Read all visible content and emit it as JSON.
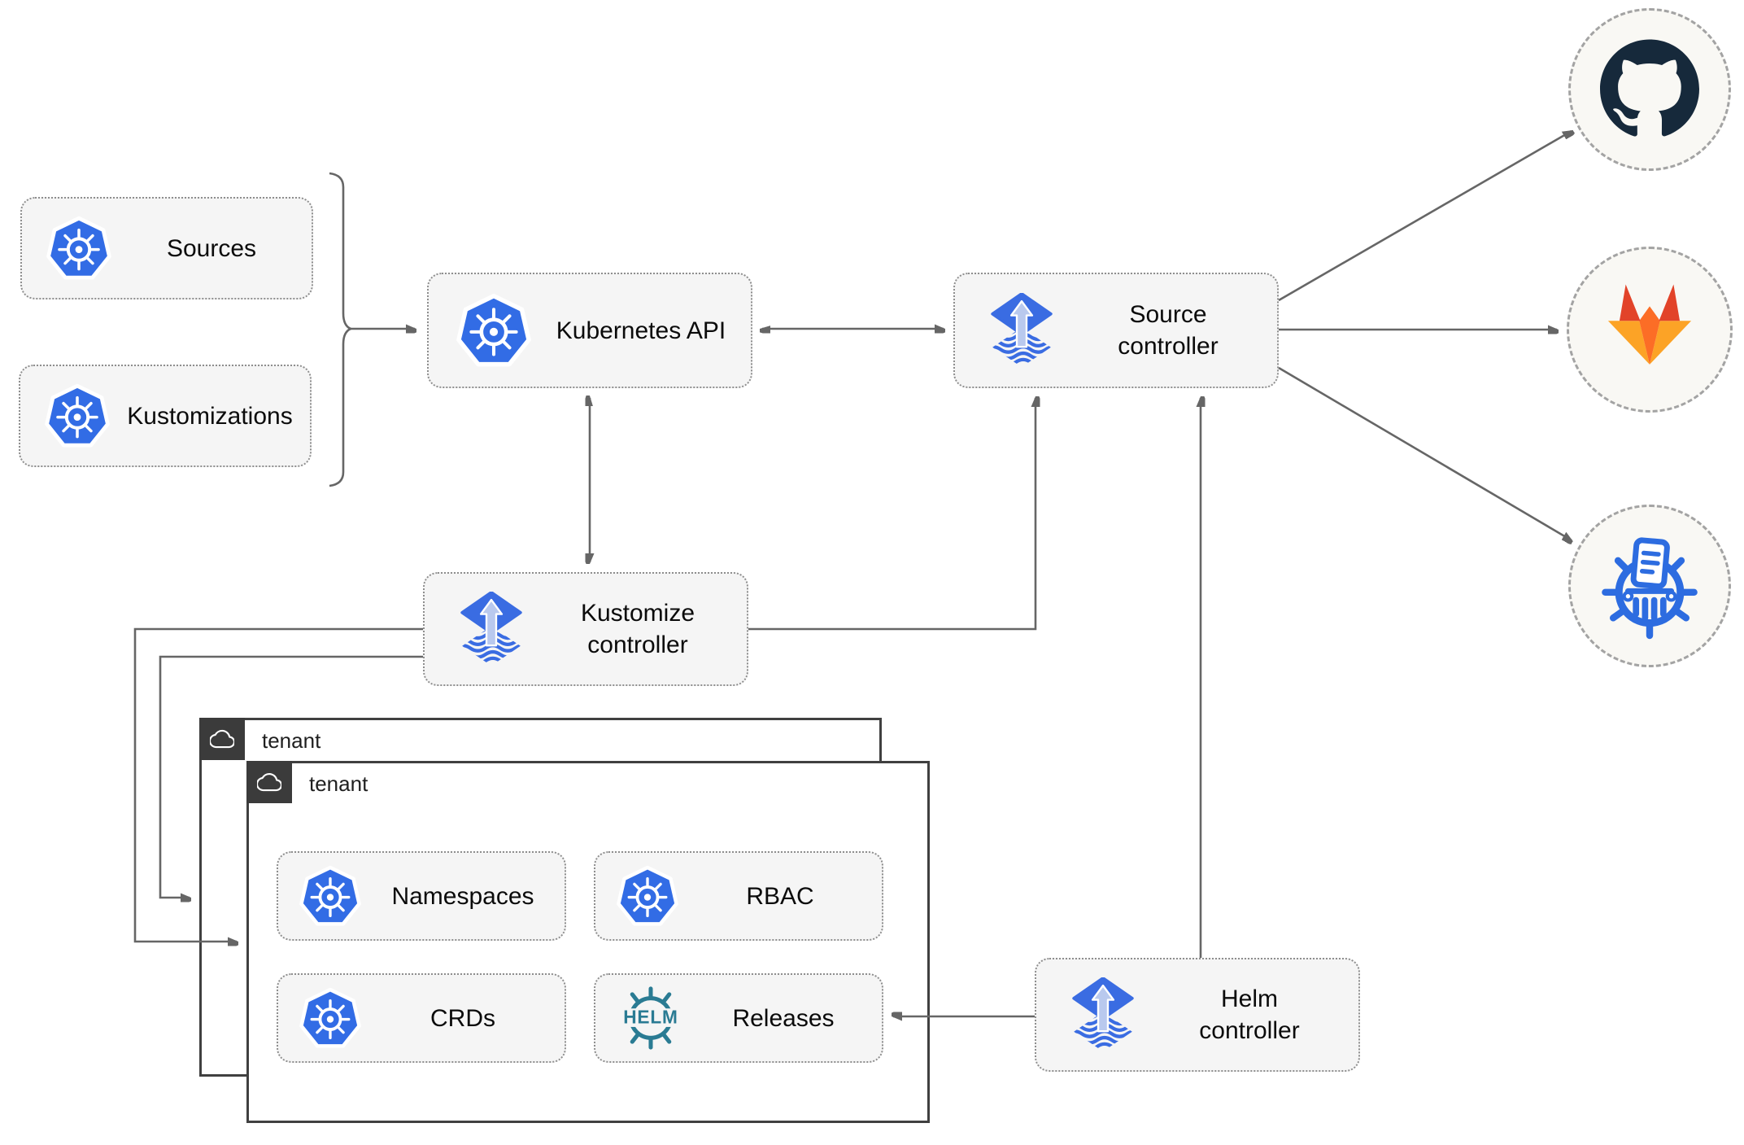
{
  "nodes": {
    "sources": "Sources",
    "kustomizations": "Kustomizations",
    "kubernetes_api": "Kubernetes API",
    "source_controller": "Source controller",
    "kustomize_controller": "Kustomize controller",
    "helm_controller": "Helm controller",
    "namespaces": "Namespaces",
    "rbac": "RBAC",
    "crds": "CRDs",
    "releases": "Releases"
  },
  "tenants": {
    "back": "tenant",
    "front": "tenant"
  },
  "helm_logo": "HELM",
  "icons": {
    "kubernetes": "kubernetes-icon",
    "flux": "flux-icon",
    "helm": "helm-icon",
    "cloud": "cloud-icon",
    "github": "github-icon",
    "gitlab": "gitlab-icon",
    "helm_repository": "chartmuseum-icon"
  },
  "colors": {
    "kubernetes_blue": "#326ce5",
    "flux_blue": "#3a6ce2",
    "flux_arrow_light": "#b9c9ee",
    "helm_teal": "#2a7b93",
    "chartmuseum_blue": "#2d6ce0",
    "github_dark": "#16293b",
    "gitlab_red": "#e24329",
    "gitlab_orange": "#fc6d26",
    "gitlab_amber": "#fca326",
    "line_gray": "#666666",
    "node_fill": "#f5f5f5",
    "tenant_border": "#404040"
  }
}
